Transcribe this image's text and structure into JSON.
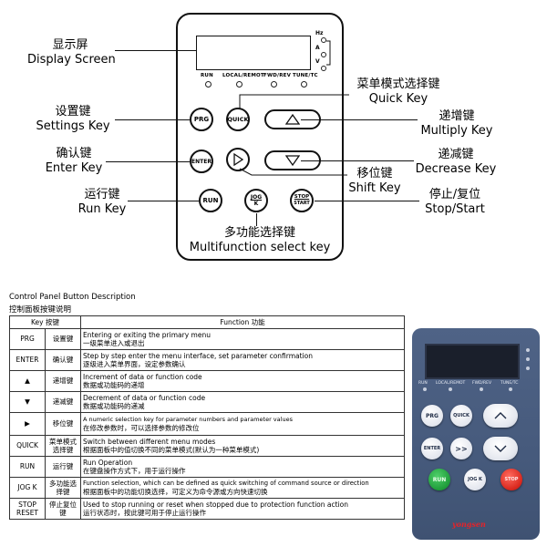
{
  "diagram": {
    "indicators": [
      "RUN",
      "LOCAL/REMOT",
      "FWD/REV",
      "TUNE/TC"
    ],
    "units": [
      "Hz",
      "A",
      "V"
    ],
    "buttons": {
      "prg": "PRG",
      "quick": "QUICK",
      "enter": "ENTER",
      "run": "RUN",
      "jog_top": "JOG",
      "jog_bottom": "K",
      "stop_top": "STOP",
      "stop_bottom": "START"
    },
    "callouts": {
      "display_cn": "显示屏",
      "display_en": "Display Screen",
      "settings_cn": "设置键",
      "settings_en": "Settings Key",
      "enter_cn": "确认键",
      "enter_en": "Enter Key",
      "run_cn": "运行键",
      "run_en": "Run Key",
      "quick_cn": "菜单模式选择键",
      "quick_en": "Quick Key",
      "multiply_cn": "递增键",
      "multiply_en": "Multiply Key",
      "decrease_cn": "递减键",
      "decrease_en": "Decrease Key",
      "shift_cn": "移位键",
      "shift_en": "Shift Key",
      "stop_cn": "停止/复位",
      "stop_en": "Stop/Start",
      "multi_cn": "多功能选择键",
      "multi_en": "Multifunction select key"
    }
  },
  "table": {
    "caption_en": "Control Panel Button Description",
    "caption_cn": "控制面板按键说明",
    "header_key": "Key 按键",
    "header_function": "Function 功能",
    "rows": [
      {
        "key": "PRG",
        "name": "设置键",
        "en": "Entering or exiting the primary menu",
        "cn": "一级菜单进入或退出"
      },
      {
        "key": "ENTER",
        "name": "确认键",
        "en": "Step by step enter the menu interface, set parameter confirmation",
        "cn": "逐级进入菜单界面，设定参数确认"
      },
      {
        "key": "▲",
        "name": "递增键",
        "en": "Increment of data or function code",
        "cn": "数据或功能码的递增"
      },
      {
        "key": "▼",
        "name": "递减键",
        "en": "Decrement of data or function code",
        "cn": "数据或功能码的递减"
      },
      {
        "key": "▶",
        "name": "移位键",
        "en": "A numeric selection key for parameter numbers and parameter values",
        "cn": "在修改参数时，可以选择参数的修改位"
      },
      {
        "key": "QUICK",
        "name": "菜单模式选择键",
        "en": "Switch between different menu modes",
        "cn": "根据面板中的值切换不同的菜单模式(默认为一种菜单模式)"
      },
      {
        "key": "RUN",
        "name": "运行键",
        "en": "Run Operation",
        "cn": "在键盘操作方式下，用于运行操作"
      },
      {
        "key": "JOG K",
        "name": "多功能选择键",
        "en": "Function selection, which can be defined as quick switching of command source or direction",
        "cn": "根据面板中的功能切换选择，可定义为命令源或方向快速切换"
      },
      {
        "key": "STOP RESET",
        "name": "停止复位键",
        "en": "Used to stop running or reset when stopped due to protection function action",
        "cn": "运行状态时，按此键可用于停止运行操作"
      }
    ]
  },
  "device": {
    "indicators": [
      "RUN",
      "LOCAL/REMOT",
      "FWD/REV",
      "TUNE/TC"
    ],
    "prg": "PRG",
    "quick": "QUICK",
    "enter": "ENTER",
    "shift": ">>",
    "run": "RUN",
    "jog": "JOG K",
    "stop": "STOP",
    "brand": "yongsen"
  }
}
